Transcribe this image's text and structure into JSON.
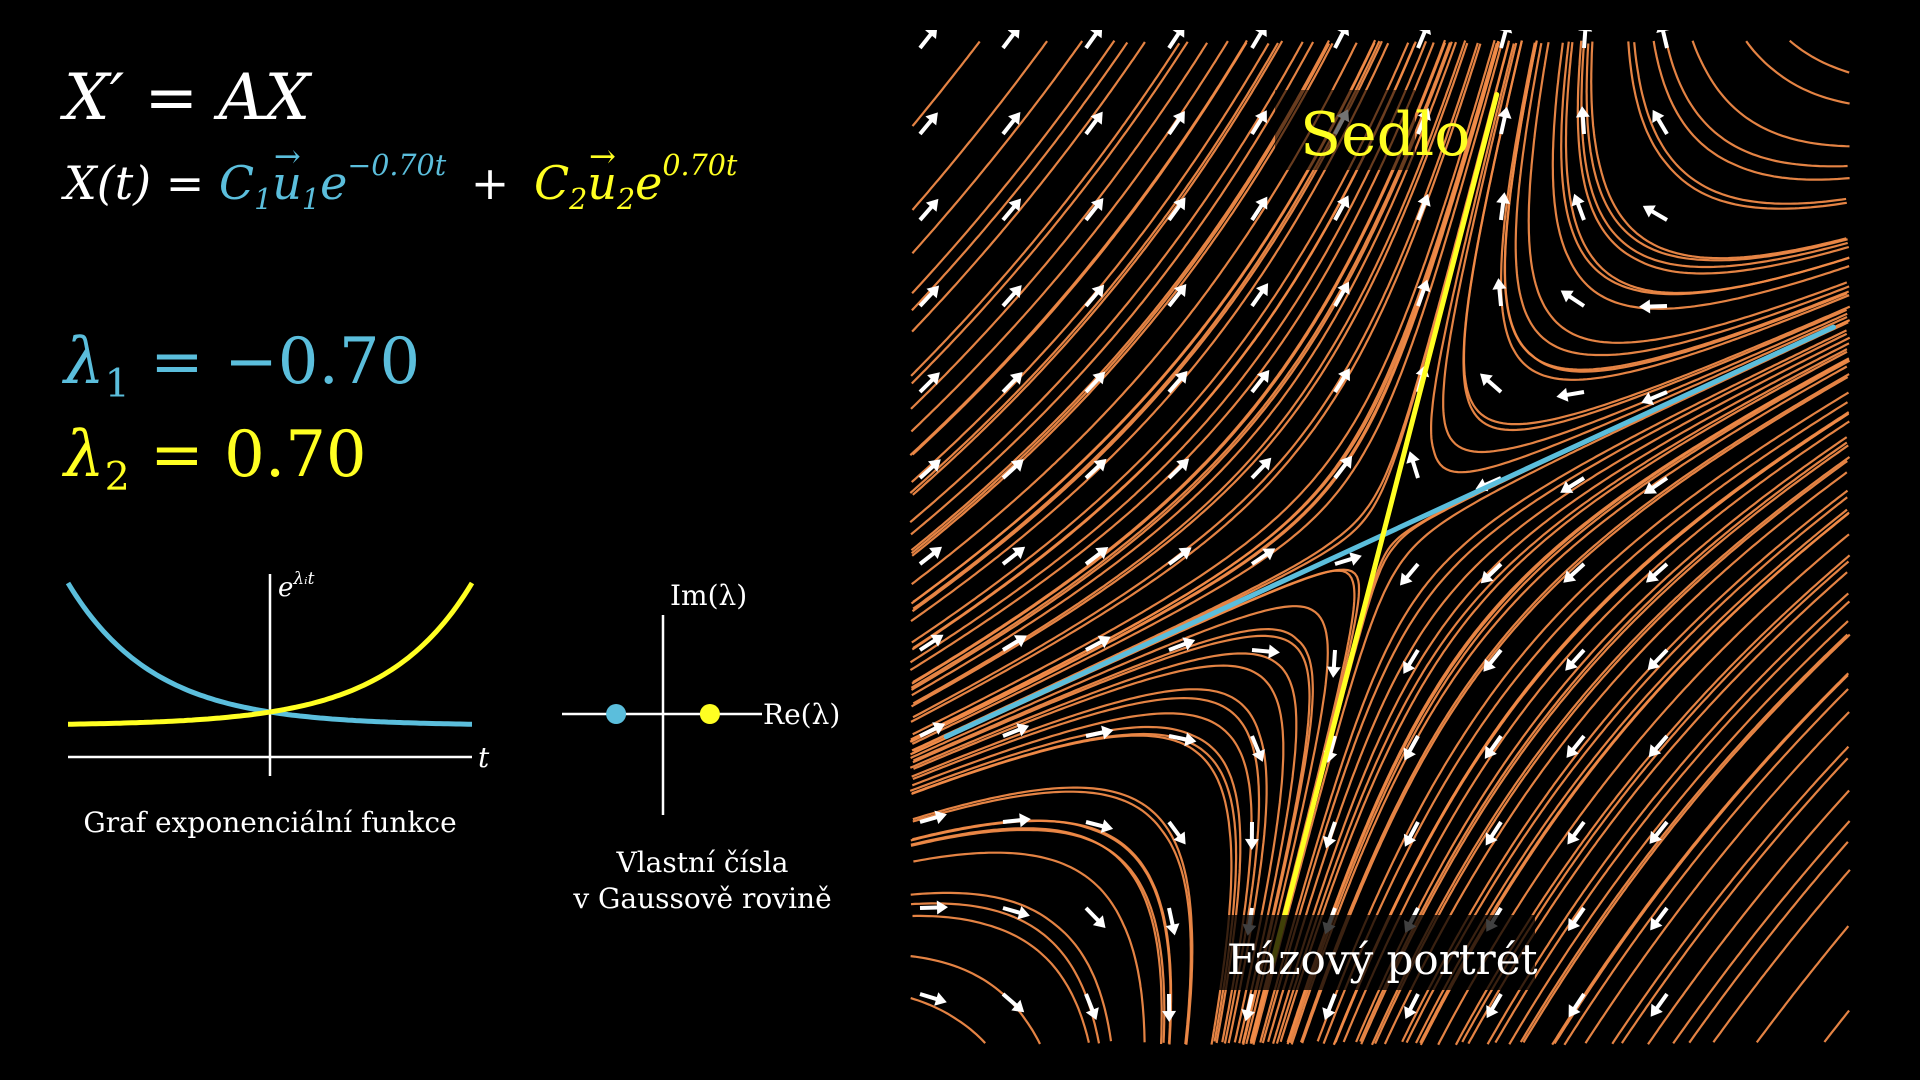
{
  "equations": {
    "system": "X′ = AX",
    "solution_lhs": "X(t) =",
    "term1_coef": "C",
    "term1_coef_sub": "1",
    "term1_vec": "u",
    "term1_vec_sub": "1",
    "term1_exp": "−0.70t",
    "plus": "+",
    "term2_coef": "C",
    "term2_coef_sub": "2",
    "term2_vec": "u",
    "term2_vec_sub": "2",
    "term2_exp": "0.70t",
    "lambda1_symbol": "λ",
    "lambda1_sub": "1",
    "lambda1_value": "= −0.70",
    "lambda2_symbol": "λ",
    "lambda2_sub": "2",
    "lambda2_value": "= 0.70"
  },
  "exp_graph": {
    "y_label_base": "e",
    "y_label_exp": "λᵢt",
    "x_label": "t",
    "caption": "Graf exponenciální funkce",
    "rates": [
      -0.7,
      0.7
    ]
  },
  "eigen_plane": {
    "im_label": "Im(λ)",
    "re_label": "Re(λ)",
    "caption_line1": "Vlastní čísla",
    "caption_line2": "v Gaussově rovině",
    "points": [
      -0.7,
      0.7
    ]
  },
  "phase_portrait": {
    "title": "Sedlo",
    "caption": "Fázový portrét",
    "type": "saddle"
  },
  "colors": {
    "stable": "#5bbedc",
    "unstable": "#ffff22",
    "stream": "#f08a48",
    "arrow": "#ffffff",
    "background": "#000000"
  }
}
